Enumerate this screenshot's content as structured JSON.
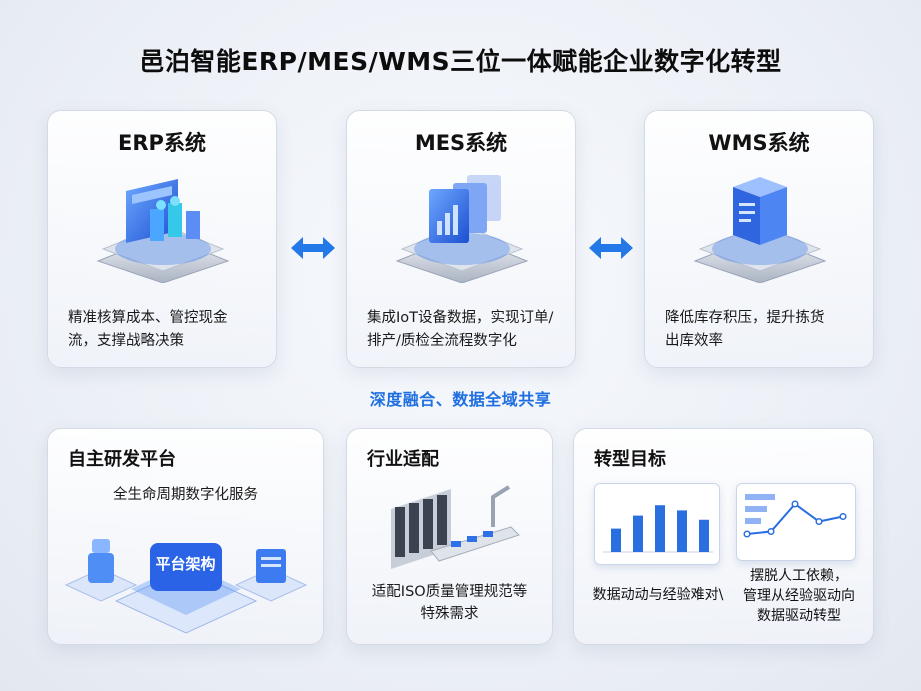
{
  "title": "邑泊智能ERP/MES/WMS三位一体赋能企业数字化转型",
  "top_cards": [
    {
      "title": "ERP系统",
      "desc_line1": "精准核算成本、管控现金",
      "desc_line2": "流，支撑战略决策"
    },
    {
      "title": "MES系统",
      "desc_line1": "集成IoT设备数据，实现订单/",
      "desc_line2": "排产/质检全流程数字化"
    },
    {
      "title": "WMS系统",
      "desc_line1": "降低库存积压，提升拣货",
      "desc_line2": "出库效率"
    }
  ],
  "middle_label": "深度融合、数据全域共享",
  "bottom_cards": {
    "platform": {
      "title": "自主研发平台",
      "subtitle": "全生命周期数字化服务",
      "center_label": "平台架构"
    },
    "industry": {
      "title": "行业适配",
      "desc_line1": "适配ISO质量管理规范等",
      "desc_line2": "特殊需求"
    },
    "goal": {
      "title": "转型目标",
      "left_text": "数据动动与经验难对\\",
      "right_line1": "摆脱人工依赖，",
      "right_line2": "管理从经验驱动向",
      "right_line3": "数据驱动转型"
    }
  },
  "colors": {
    "accent": "#1f6fe0",
    "arrow": "#2478e8",
    "bar": "#2a6fe0"
  },
  "chart_data": [
    {
      "type": "bar",
      "title": "",
      "values": [
        0.45,
        0.7,
        0.9,
        0.8,
        0.62
      ]
    },
    {
      "type": "line",
      "title": "",
      "values": [
        0.2,
        0.25,
        0.8,
        0.45,
        0.55
      ]
    }
  ]
}
